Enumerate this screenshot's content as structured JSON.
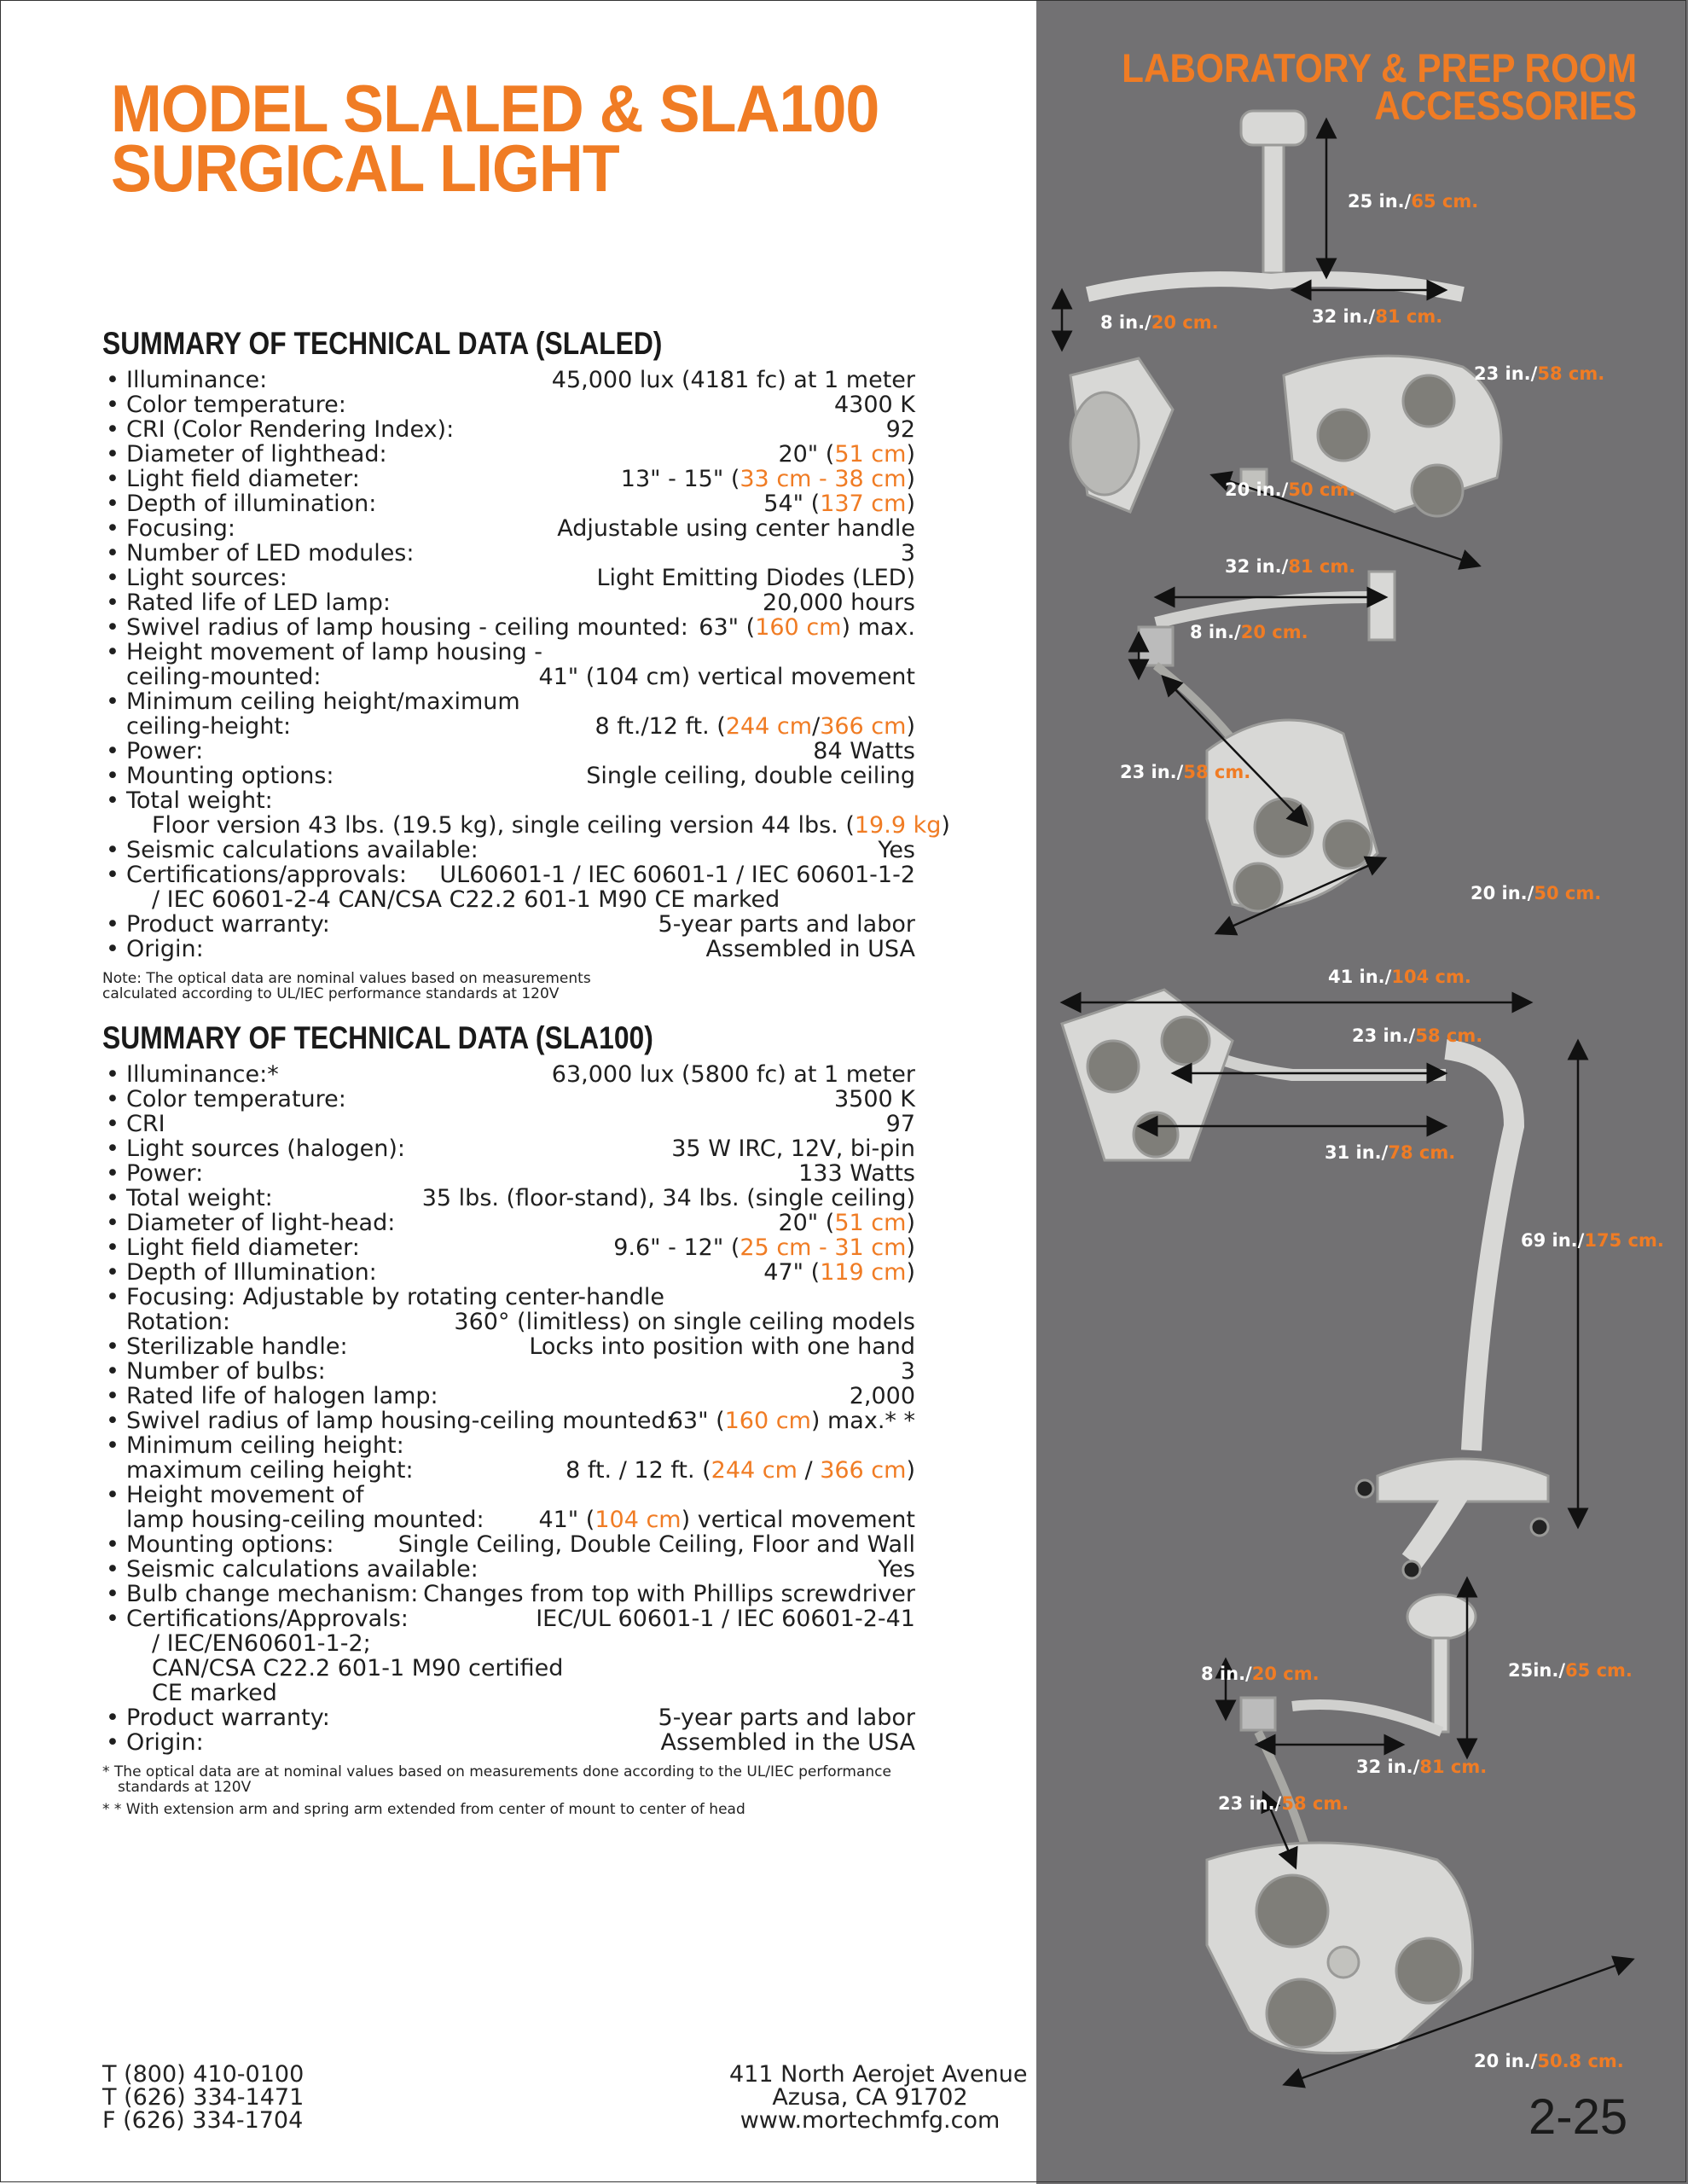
{
  "title": {
    "line1": "MODEL SLALED & SLA100",
    "line2": "SURGICAL LIGHT"
  },
  "side_title": {
    "line1": "LABORATORY & PREP ROOM",
    "line2": "ACCESSORIES"
  },
  "slaled": {
    "heading": "SUMMARY OF TECHNICAL DATA (SLALED)",
    "items": [
      {
        "label": "Illuminance:",
        "value": "45,000 lux (4181 fc) at 1 meter"
      },
      {
        "label": "Color temperature:",
        "value": "4300 K"
      },
      {
        "label": "CRI (Color Rendering Index):",
        "value": "92"
      },
      {
        "label": "Diameter of lighthead:",
        "v_pre": "20\" (",
        "v_hl": "51 cm",
        "v_post": ")"
      },
      {
        "label": "Light field diameter:",
        "v_pre": "13\" - 15\" (",
        "v_hl": "33 cm - 38 cm",
        "v_post": ")"
      },
      {
        "label": "Depth of illumination:",
        "v_pre": "54\" (",
        "v_hl": "137 cm",
        "v_post": ")"
      },
      {
        "label": "Focusing:",
        "value": "Adjustable using center handle"
      },
      {
        "label": "Number of LED modules:",
        "value": "3"
      },
      {
        "label": "Light sources:",
        "value": "Light Emitting Diodes (LED)"
      },
      {
        "label": "Rated life of LED lamp:",
        "value": "20,000 hours"
      },
      {
        "label": "Swivel radius of lamp housing - ceiling mounted:",
        "v_pre": "63\" (",
        "v_hl": "160 cm",
        "v_post": ") max."
      }
    ],
    "height_a": "Height movement of lamp housing -",
    "height_b": "ceiling-mounted:",
    "height_v": "41\" (104 cm) vertical movement",
    "ceil_a": "Minimum ceiling height/maximum",
    "ceil_b": "ceiling-height:",
    "ceil_v_pre": "8 ft./12 ft. (",
    "ceil_v_hl1": "244 cm",
    "ceil_v_mid": "/",
    "ceil_v_hl2": "366 cm",
    "ceil_v_post": ")",
    "power_label": "Power:",
    "power_value": "84 Watts",
    "mount_label": "Mounting options:",
    "mount_value": "Single ceiling, double ceiling",
    "weight_label": "Total weight:",
    "weight_pre": "Floor version 43 lbs. (19.5 kg), single ceiling version 44 lbs. (",
    "weight_hl": "19.9 kg",
    "weight_post": ")",
    "seismic_label": "Seismic calculations available:",
    "seismic_value": "Yes",
    "cert_label": "Certifications/approvals:",
    "cert_value": "UL60601-1 / IEC 60601-1 / IEC 60601-1-2",
    "cert_cont": "/ IEC 60601-2-4 CAN/CSA C22.2 601-1 M90 CE marked",
    "warranty_label": "Product warranty:",
    "warranty_value": "5-year parts and labor",
    "origin_label": "Origin:",
    "origin_value": "Assembled in USA",
    "note1": "Note: The optical data are nominal values based on measurements",
    "note2": "calculated according to UL/IEC performance standards at 120V"
  },
  "sla100": {
    "heading": "SUMMARY OF TECHNICAL DATA (SLA100)",
    "illum_label": "Illuminance:*",
    "illum_value": "63,000 lux (5800 fc) at 1 meter",
    "ct_label": "Color temperature:",
    "ct_value": "3500 K",
    "cri_label": "CRI",
    "cri_value": "97",
    "ls_label": "Light sources (halogen):",
    "ls_value": "35 W IRC, 12V, bi-pin",
    "power_label": "Power:",
    "power_value": "133 Watts",
    "weight_label": "Total weight:",
    "weight_value": "35 lbs. (floor-stand), 34 lbs. (single ceiling)",
    "dia_label": "Diameter of light-head:",
    "dia_pre": "20\" (",
    "dia_hl": "51 cm",
    "dia_post": ")",
    "lfd_label": "Light field diameter:",
    "lfd_pre": "9.6\" - 12\" (",
    "lfd_hl": "25 cm - 31 cm",
    "lfd_post": ")",
    "doi_label": "Depth of Illumination:",
    "doi_pre": "47\" (",
    "doi_hl": "119 cm",
    "doi_post": ")",
    "focus_label": "Focusing: Adjustable by rotating center-handle",
    "rot_label": "Rotation:",
    "rot_value": "360° (limitless) on single ceiling models",
    "ster_label": "Sterilizable handle:",
    "ster_value": "Locks into position with one hand",
    "bulbs_label": "Number of bulbs:",
    "bulbs_value": "3",
    "life_label": "Rated life of halogen lamp:",
    "life_value": "2,000",
    "swivel_label": "Swivel radius of lamp housing-ceiling mounted:",
    "swivel_pre": "63\" (",
    "swivel_hl": "160 cm",
    "swivel_post": ") max.* *",
    "ceil_a": "Minimum ceiling height:",
    "ceil_b": "maximum ceiling height:",
    "ceil_pre": "8 ft. / 12 ft. (",
    "ceil_hl1": "244 cm",
    "ceil_mid": " / ",
    "ceil_hl2": "366 cm",
    "ceil_post": ")",
    "hm_a": "Height movement of",
    "hm_b": "lamp housing-ceiling mounted:",
    "hm_pre": "41\" (",
    "hm_hl": "104 cm",
    "hm_post": ") vertical movement",
    "mount_label": "Mounting options:",
    "mount_value": "Single Ceiling, Double Ceiling, Floor and Wall",
    "seismic_label": "Seismic calculations available:",
    "seismic_value": "Yes",
    "bulbchg_label": "Bulb change mechanism:",
    "bulbchg_value": "Changes from top with Phillips screwdriver",
    "cert_label": "Certifications/Approvals:",
    "cert_value": "IEC/UL 60601-1 / IEC 60601-2-41",
    "cert_c1": "/ IEC/EN60601-1-2;",
    "cert_c2": "CAN/CSA C22.2 601-1 M90 certified",
    "cert_c3": "CE marked",
    "warranty_label": "Product warranty:",
    "warranty_value": "5-year parts and labor",
    "origin_label": "Origin:",
    "origin_value": "Assembled in the USA",
    "fn1a": "* The optical data are at nominal values based on measurements done according to the UL/IEC performance",
    "fn1b": "standards at 120V",
    "fn2": "* * With extension arm and spring arm extended from center of mount to center of head"
  },
  "contact": {
    "phone1": "T (800) 410-0100",
    "phone2": "T (626) 334-1471",
    "fax": "F (626) 334-1704",
    "addr1": "411 North Aerojet Avenue",
    "addr2": "Azusa, CA 91702",
    "web": "www.mortechmfg.com"
  },
  "page_number": "2-25",
  "dims": {
    "d1": {
      "in": "25 in./",
      "cm": "65 cm."
    },
    "d2": {
      "in": "8 in./",
      "cm": "20 cm."
    },
    "d3": {
      "in": "32 in./",
      "cm": "81 cm."
    },
    "d4": {
      "in": "23 in./",
      "cm": "58 cm."
    },
    "d5": {
      "in": "20 in./",
      "cm": "50 cm."
    },
    "d6": {
      "in": "32 in./",
      "cm": "81 cm."
    },
    "d7": {
      "in": "8 in./",
      "cm": "20 cm."
    },
    "d8": {
      "in": "23 in./",
      "cm": "58 cm."
    },
    "d9": {
      "in": "20 in./",
      "cm": "50 cm."
    },
    "d10": {
      "in": "41 in./",
      "cm": "104 cm."
    },
    "d11": {
      "in": "23 in./",
      "cm": "58 cm."
    },
    "d12": {
      "in": "31 in./",
      "cm": "78 cm."
    },
    "d13": {
      "in": "69 in./",
      "cm": "175 cm."
    },
    "d14": {
      "in": "8 in./",
      "cm": "20 cm."
    },
    "d15": {
      "in": "25in./",
      "cm": "65 cm."
    },
    "d16": {
      "in": "32 in./",
      "cm": "81 cm."
    },
    "d17": {
      "in": "23 in./",
      "cm": "58 cm."
    },
    "d18": {
      "in": "20 in./",
      "cm": "50.8 cm."
    }
  },
  "colors": {
    "accent": "#f07c24",
    "panel": "#727173",
    "text": "#1f1f1f"
  }
}
